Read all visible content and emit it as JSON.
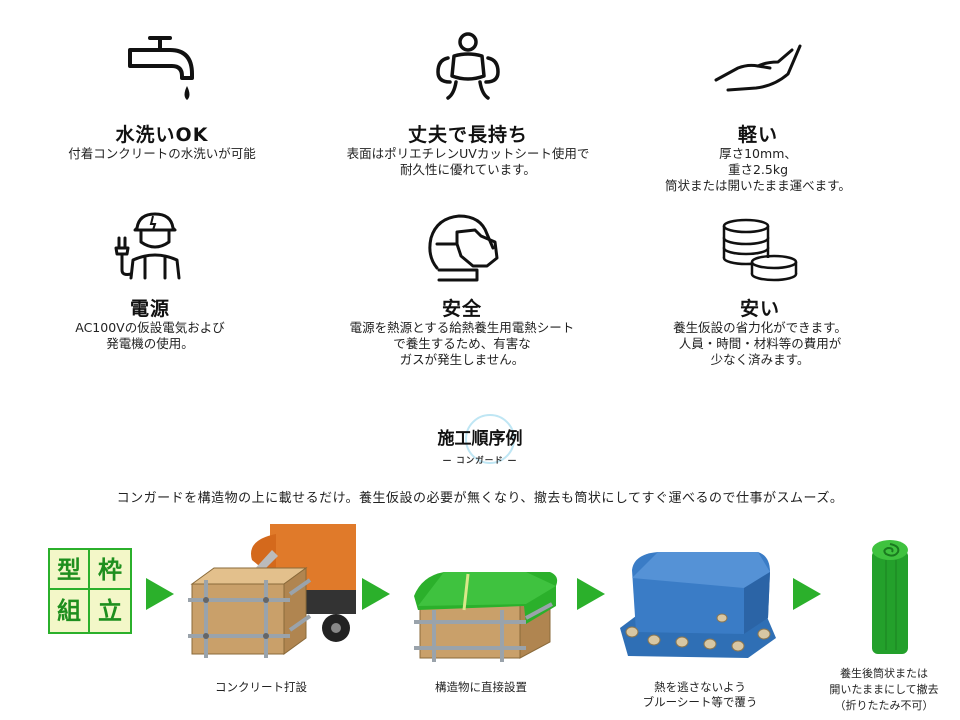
{
  "features": [
    {
      "title": "水洗いOK",
      "desc": [
        "付着コンクリートの水洗いが可能"
      ],
      "icon": "faucet-icon"
    },
    {
      "title": "丈夫で長持ち",
      "desc": [
        "表面はポリエチレンUVカットシート使用で",
        "耐久性に優れています。"
      ],
      "icon": "strongman-icon"
    },
    {
      "title": "軽い",
      "desc": [
        "厚さ10mm、",
        "重さ2.5kg",
        "筒状または開いたまま運べます。"
      ],
      "icon": "hand-icon"
    },
    {
      "title": "電源",
      "desc": [
        "AC100Vの仮設電気および",
        "発電機の使用。"
      ],
      "icon": "worker-plug-icon"
    },
    {
      "title": "安全",
      "desc": [
        "電源を熱源とする給熱養生用電熱シート",
        "で養生するため、有害な",
        "ガスが発生しません。"
      ],
      "icon": "mask-icon"
    },
    {
      "title": "安い",
      "desc": [
        "養生仮設の省力化ができます。",
        "人員・時間・材料等の費用が",
        "少なく済みます。"
      ],
      "icon": "coins-icon"
    }
  ],
  "section": {
    "title": "施工順序例",
    "subtitle": "— コンガード —",
    "intro": "コンガードを構造物の上に載せるだけ。養生仮設の必要が無くなり、撤去も筒状にしてすぐ運べるので仕事がスムーズ。"
  },
  "steps": [
    {
      "label": [
        "型",
        "枠",
        "組",
        "立"
      ],
      "caption": []
    },
    {
      "caption": [
        "コンクリート打設"
      ]
    },
    {
      "caption": [
        "構造物に直接設置"
      ]
    },
    {
      "caption": [
        "熱を逃さないよう",
        "ブルーシート等で覆う"
      ]
    },
    {
      "caption": [
        "養生後筒状または",
        "開いたままにして撤去",
        "（折りたたみ不可）"
      ]
    }
  ],
  "colors": {
    "green": "#2bb02b",
    "blue": "#2f6fb5",
    "wood": "#c9a06a",
    "orange": "#e07a2a"
  }
}
